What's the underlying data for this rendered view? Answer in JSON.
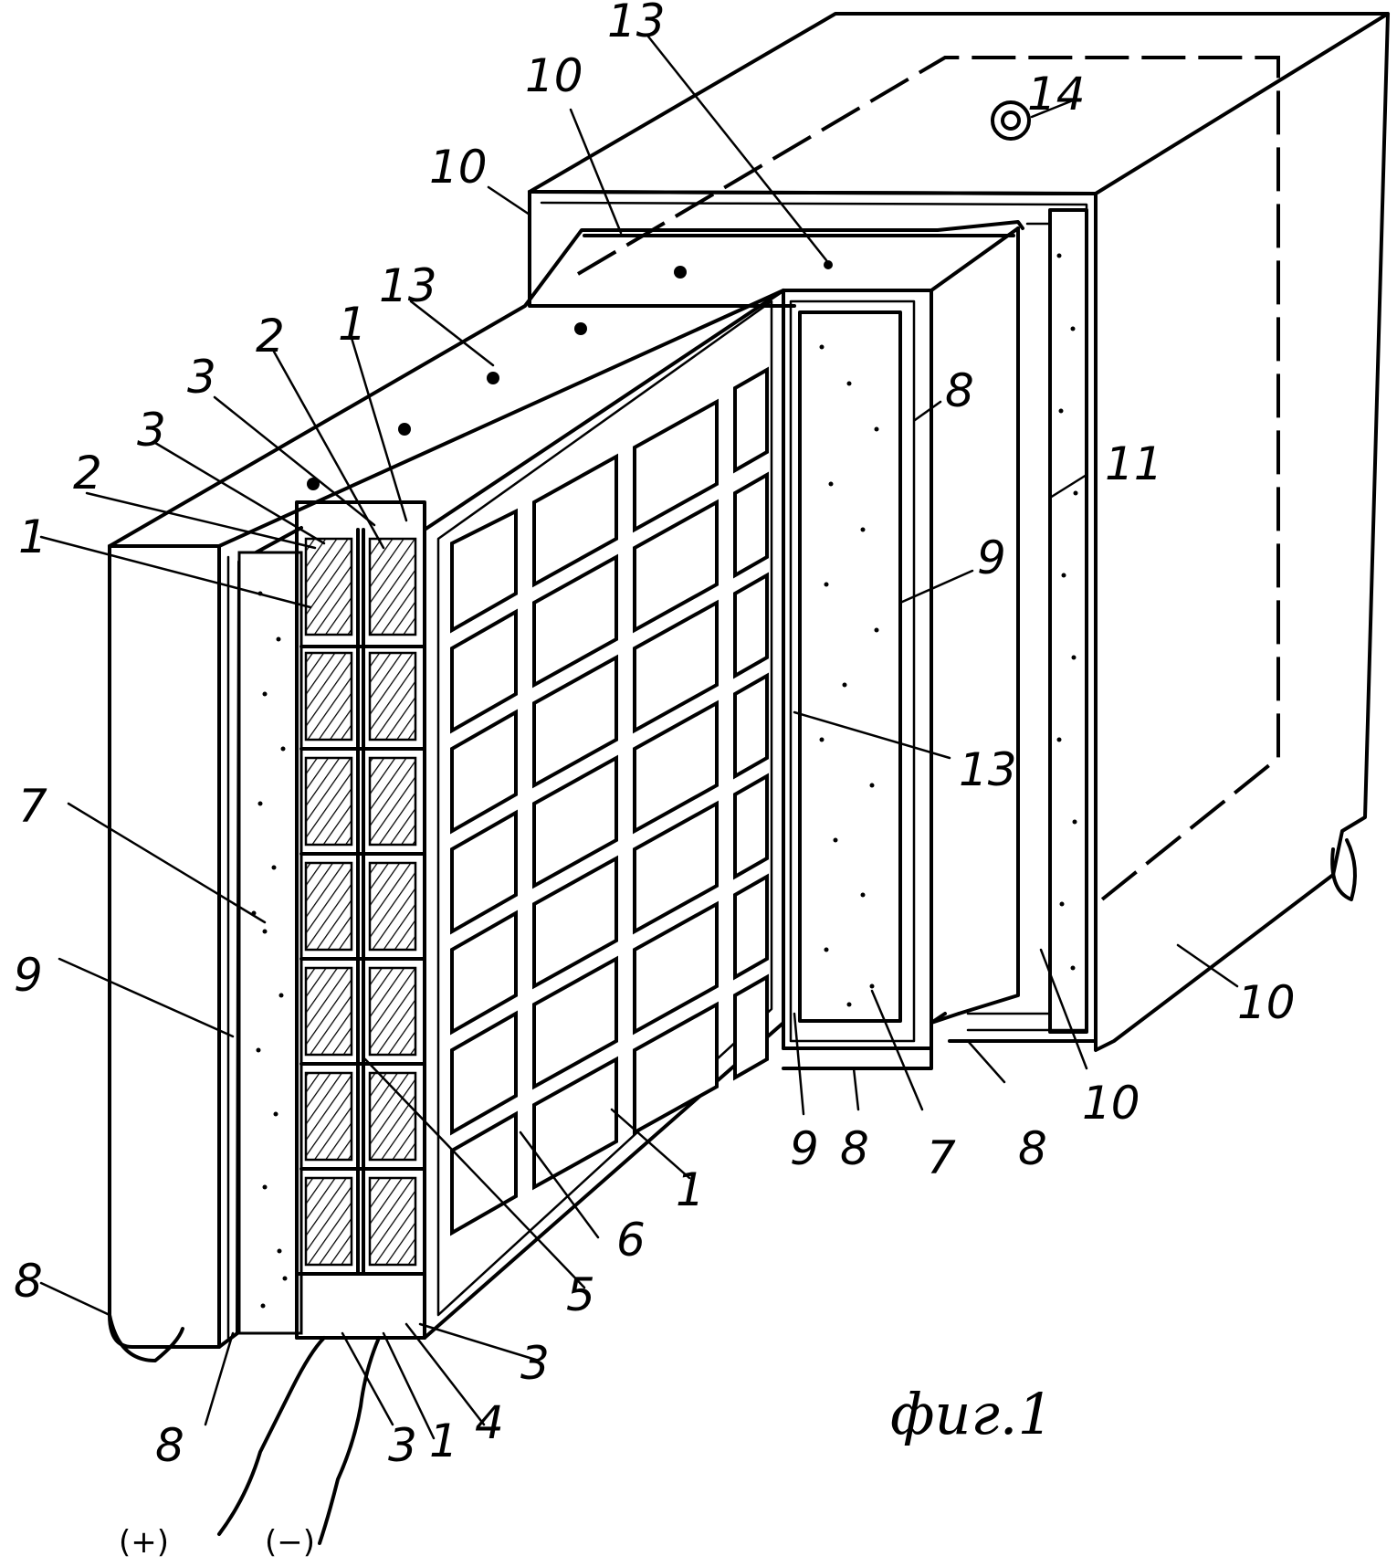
{
  "figure": {
    "caption": "фиг.1",
    "polarity": {
      "positive": "(+)",
      "negative": "(−)"
    },
    "labels": {
      "l_14": "14",
      "l_13_top": "13",
      "l_10_top": "10",
      "l_10_left": "10",
      "l_13_left": "13",
      "l_1_a": "1",
      "l_2_a": "2",
      "l_3_a": "3",
      "l_3_b": "3",
      "l_2_b": "2",
      "l_1_b": "1",
      "l_8_top": "8",
      "l_11": "11",
      "l_9_right": "9",
      "l_13_mid": "13",
      "l_7_left": "7",
      "l_9_left": "9",
      "l_8_left": "8",
      "l_8_bot": "8",
      "l_3_bot1": "3",
      "l_1_bot": "1",
      "l_4": "4",
      "l_3_bot2": "3",
      "l_5": "5",
      "l_6": "6",
      "l_1_c": "1",
      "l_9_bot": "9",
      "l_8_bot2": "8",
      "l_7_bot": "7",
      "l_8_bot3": "8",
      "l_10_bot": "10",
      "l_10_right": "10"
    }
  }
}
